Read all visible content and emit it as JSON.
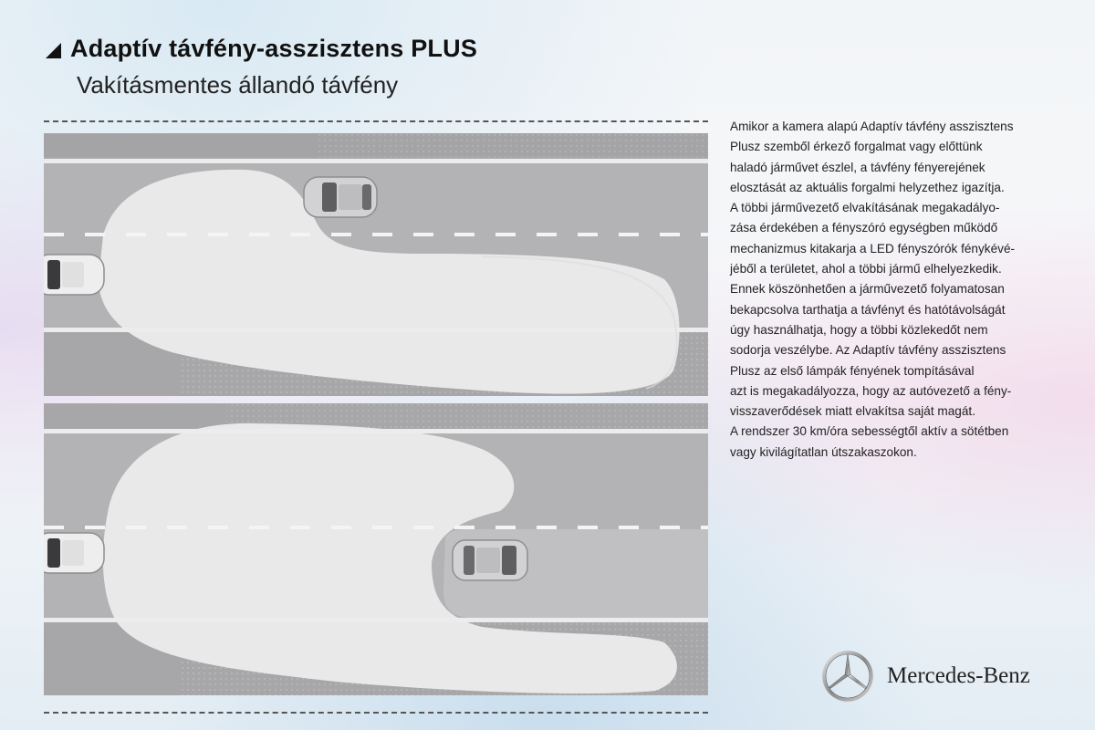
{
  "header": {
    "title": "Adaptív távfény-asszisztens PLUS",
    "subtitle": "Vakításmentes állandó távfény"
  },
  "description": {
    "lines": [
      "Amikor a kamera alapú Adaptív távfény asszisztens",
      "Plusz szemből érkező forgalmat vagy előttünk",
      "haladó járművet észlel, a távfény fényerejének",
      "elosztását az aktuális forgalmi helyzethez igazítja.",
      "A többi járművezető elvakításának megakadályo-",
      "zása érdekében a fényszóró egységben működő",
      "mechanizmus kitakarja a LED fényszórók fénykévé-",
      "jéből a területet, ahol a többi jármű elhelyezkedik.",
      "Ennek köszönhetően a járművezető folyamatosan",
      "bekapcsolva tarthatja a távfényt és hatótávolságát",
      "úgy használhatja, hogy a többi közlekedőt nem",
      "sodorja veszélybe. Az Adaptív távfény asszisztens",
      "Plusz az első lámpák fényének tompításával",
      "azt is megakadályozza, hogy az autóvezető a fény-",
      "visszaverődések miatt elvakítsa saját magát.",
      "A rendszer 30 km/óra sebességtől aktív a sötétben",
      "vagy kivilágítatlan útszakaszokon."
    ]
  },
  "diagram": {
    "scenes": [
      {
        "name": "oncoming-vehicle",
        "description": "Oncoming car in opposite lane; light beam shaped around it"
      },
      {
        "name": "preceding-vehicle",
        "description": "Car ahead in same lane; light beam masked around it"
      }
    ],
    "colors": {
      "road": "#a9a9ab",
      "lane": "#b5b5b7",
      "beam": "#ececec",
      "marking": "#f4f4f4"
    }
  },
  "brand": {
    "name": "Mercedes-Benz"
  }
}
